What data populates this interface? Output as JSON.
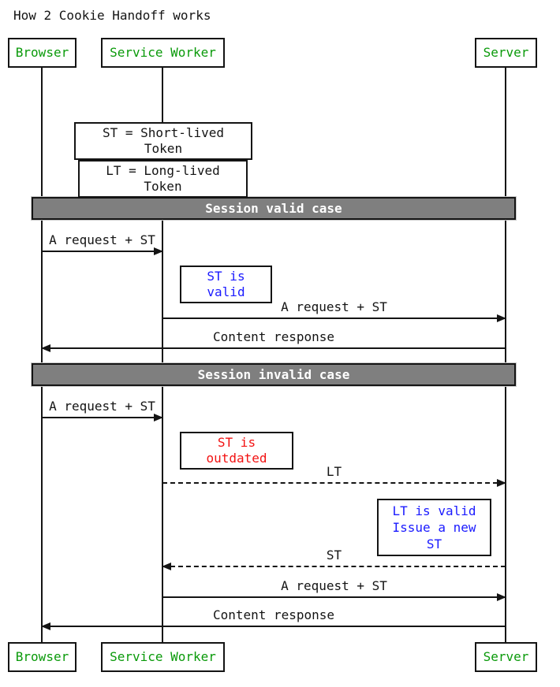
{
  "title": "How 2 Cookie Handoff works",
  "actors": [
    {
      "name": "Browser"
    },
    {
      "name": "Service Worker"
    },
    {
      "name": "Server"
    }
  ],
  "legend_notes": [
    {
      "text": "ST = Short-lived Token"
    },
    {
      "text": "LT = Long-lived Token"
    }
  ],
  "sections": [
    {
      "label": "Session valid case"
    },
    {
      "label": "Session invalid case"
    }
  ],
  "messages": [
    {
      "label": "A request + ST",
      "from": "Browser",
      "to": "Service Worker",
      "line": "solid"
    },
    {
      "label": "A request + ST",
      "from": "Service Worker",
      "to": "Server",
      "line": "solid"
    },
    {
      "label": "Content response",
      "from": "Server",
      "to": "Browser",
      "line": "solid"
    },
    {
      "label": "A request + ST",
      "from": "Browser",
      "to": "Service Worker",
      "line": "solid"
    },
    {
      "label": "LT",
      "from": "Service Worker",
      "to": "Server",
      "line": "dashed"
    },
    {
      "label": "ST",
      "from": "Server",
      "to": "Service Worker",
      "line": "dashed"
    },
    {
      "label": "A request + ST",
      "from": "Service Worker",
      "to": "Server",
      "line": "solid"
    },
    {
      "label": "Content response",
      "from": "Server",
      "to": "Browser",
      "line": "solid"
    }
  ],
  "state_notes": [
    {
      "text": "ST is valid",
      "color": "#1a1aff"
    },
    {
      "text": "ST is outdated",
      "color": "#f21212"
    },
    {
      "text": "LT is valid\nIssue a new ST",
      "color": "#1a1aff"
    }
  ],
  "colors": {
    "actor_text": "#0a9a0a",
    "note_blue": "#1a1aff",
    "note_red": "#f21212",
    "section_bg": "#7f7f7f",
    "section_text": "#ffffff",
    "line": "#141414",
    "background": "#ffffff"
  }
}
